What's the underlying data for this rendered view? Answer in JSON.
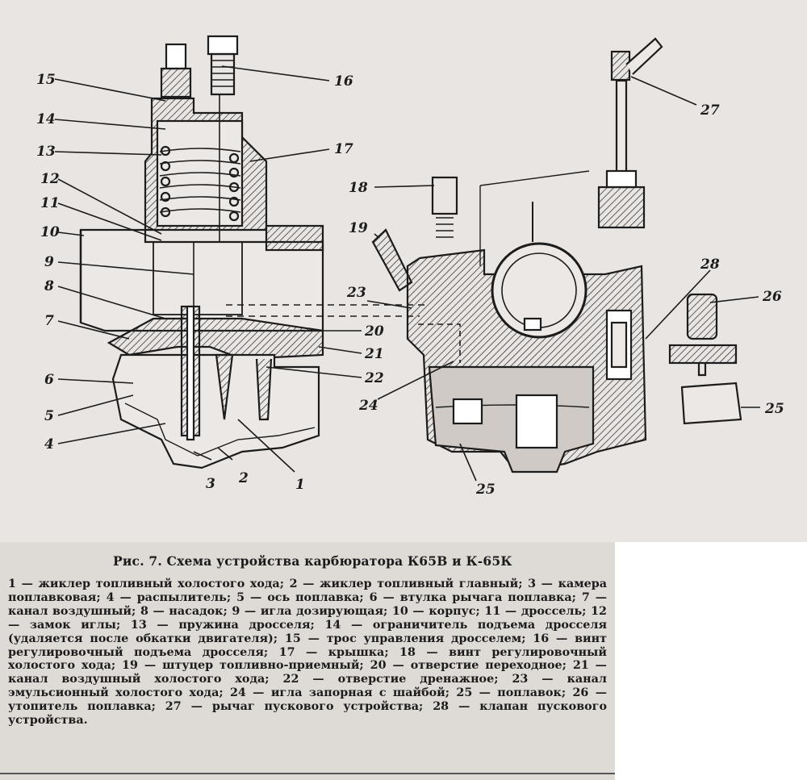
{
  "figure": {
    "title": "Рис. 7. Схема устройства карбюратора К65В и К-65К",
    "labels": [
      "1",
      "2",
      "3",
      "4",
      "5",
      "6",
      "7",
      "8",
      "9",
      "10",
      "11",
      "12",
      "13",
      "14",
      "15",
      "16",
      "17",
      "18",
      "19",
      "20",
      "21",
      "22",
      "23",
      "24",
      "25",
      "25",
      "26",
      "27",
      "28"
    ]
  },
  "legend": [
    {
      "num": "1",
      "text": "жиклер топливный холостого хода;"
    },
    {
      "num": "2",
      "text": "жиклер топливный главный;"
    },
    {
      "num": "3",
      "text": "камера поплавковая;"
    },
    {
      "num": "4",
      "text": "распылитель;"
    },
    {
      "num": "5",
      "text": "ось поплавка;"
    },
    {
      "num": "6",
      "text": "втулка рычага поплавка;"
    },
    {
      "num": "7",
      "text": "канал воздушный;"
    },
    {
      "num": "8",
      "text": "насадок;"
    },
    {
      "num": "9",
      "text": "игла дозирующая;"
    },
    {
      "num": "10",
      "text": "корпус;"
    },
    {
      "num": "11",
      "text": "дроссель;"
    },
    {
      "num": "12",
      "text": "замок иглы;"
    },
    {
      "num": "13",
      "text": "пружина дросселя;"
    },
    {
      "num": "14",
      "text": "ограничитель подъема дросселя (удаляется после обкатки двигателя);"
    },
    {
      "num": "15",
      "text": "трос управления дросселем;"
    },
    {
      "num": "16",
      "text": "винт регулировочный подъема дросселя;"
    },
    {
      "num": "17",
      "text": "крышка;"
    },
    {
      "num": "18",
      "text": "винт регулировочный холостого хода;"
    },
    {
      "num": "19",
      "text": "штуцер топливно-приемный;"
    },
    {
      "num": "20",
      "text": "отверстие переходное;"
    },
    {
      "num": "21",
      "text": "канал воздушный холостого хода;"
    },
    {
      "num": "22",
      "text": "отверстие дренажное;"
    },
    {
      "num": "23",
      "text": "канал эмульсионный холостого хода;"
    },
    {
      "num": "24",
      "text": "игла запорная с шайбой;"
    },
    {
      "num": "25",
      "text": "поплавок;"
    },
    {
      "num": "26",
      "text": "утопитель поплавка;"
    },
    {
      "num": "27",
      "text": "рычаг пускового устройства;"
    },
    {
      "num": "28",
      "text": "клапан пускового устройства."
    }
  ],
  "colors": {
    "ink": "#1c1c1c",
    "paper": "#e9e5e3",
    "hatch": "#3a3a3a",
    "fuel": "#cfcac6"
  }
}
